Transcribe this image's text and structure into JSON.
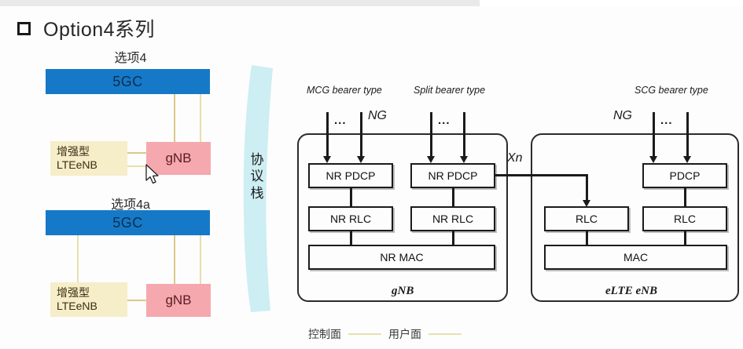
{
  "slide": {
    "title": "Option4系列",
    "bullet_icon": "square-bullet-icon"
  },
  "left_panel": {
    "diagrams": [
      {
        "caption": "选项4",
        "core": "5GC",
        "enb_line1": "增强型",
        "enb_line2": "LTEeNB",
        "gnb": "gNB"
      },
      {
        "caption": "选项4a",
        "core": "5GC",
        "enb_line1": "增强型",
        "enb_line2": "LTEeNB",
        "gnb": "gNB"
      }
    ],
    "colors": {
      "core_fill": "#1579c8",
      "enb_fill": "#f6edc9",
      "gnb_fill": "#f5a8ae",
      "link": "#e8dfae"
    }
  },
  "middle_band": {
    "label": "协议栈",
    "fill": "#cdeef2"
  },
  "protocol_stack": {
    "bearer_labels": [
      "MCG bearer type",
      "Split bearer type",
      "SCG bearer type"
    ],
    "interfaces": {
      "ng_left": "NG",
      "ng_right": "NG",
      "xn": "Xn"
    },
    "dots": "...",
    "gnb_node": {
      "name": "gNB",
      "boxes": {
        "pdcp_mcg": "NR PDCP",
        "pdcp_split": "NR PDCP",
        "rlc_mcg": "NR RLC",
        "rlc_split": "NR RLC",
        "mac": "NR MAC"
      }
    },
    "elte_node": {
      "name": "eLTE eNB",
      "boxes": {
        "rlc_split": "RLC",
        "pdcp_scg": "PDCP",
        "rlc_scg": "RLC",
        "mac": "MAC"
      }
    }
  },
  "legend": {
    "control_plane": "控制面",
    "user_plane": "用户面"
  }
}
